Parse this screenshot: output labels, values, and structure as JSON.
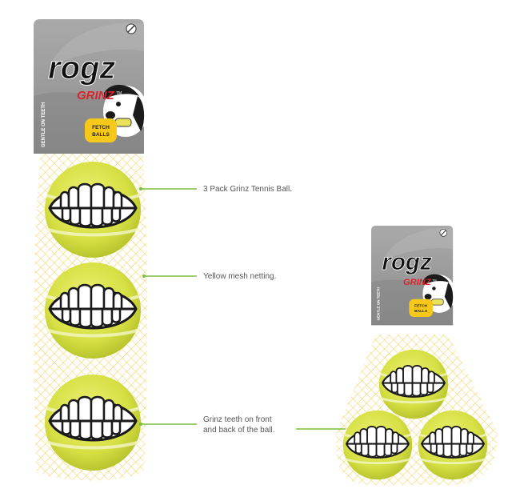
{
  "brand": {
    "logo_text": "rogz",
    "product_line": "GRINZ",
    "trademark": "TM",
    "badge_line1": "FETCH",
    "badge_line2": "BALLS",
    "side_text": "GENTLE ON TEETH",
    "colors": {
      "card_gray": "#9a9a9a",
      "card_dark": "#6d6d6d",
      "logo_black": "#111111",
      "grinz_red": "#d8232a",
      "badge_yellow": "#f6c81a",
      "ball_yellow": "#dbe54a",
      "mesh_yellow": "#f1cf58",
      "callout_green": "#7cbf3d"
    }
  },
  "callouts": {
    "pack": "3 Pack Grinz Tennis Ball.",
    "mesh": "Yellow mesh netting.",
    "teeth_line1": "Grinz teeth on front",
    "teeth_line2": "and back of the ball."
  }
}
